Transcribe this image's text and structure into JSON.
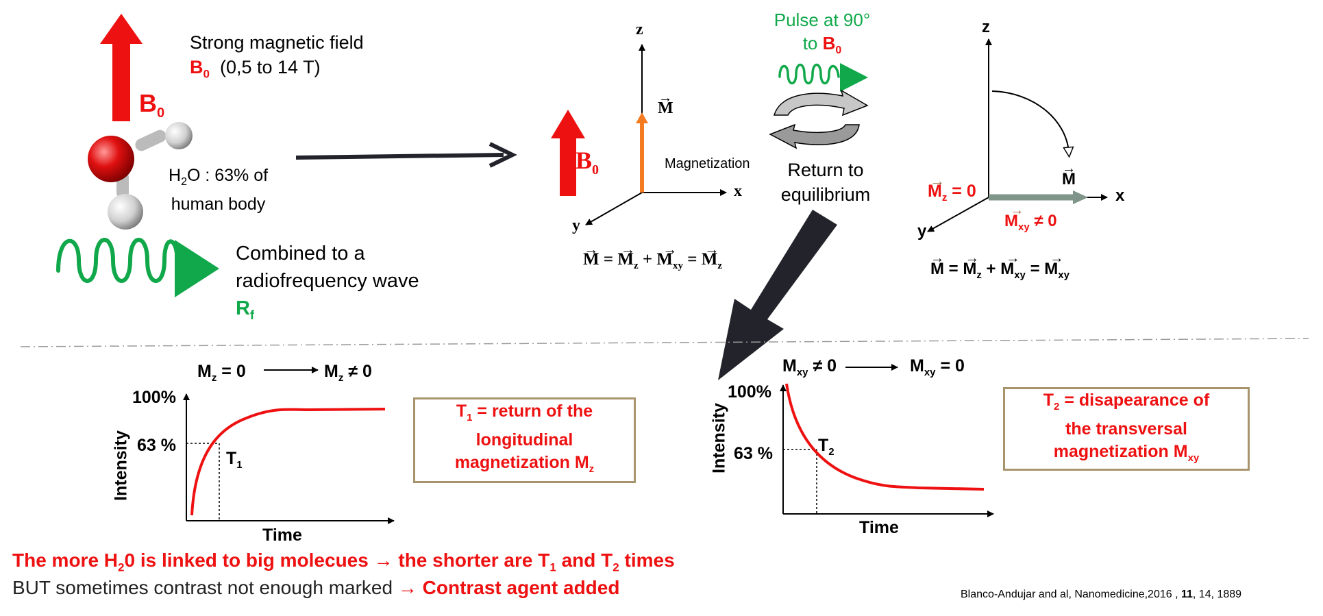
{
  "top_left": {
    "b0_label": "B",
    "b0_sub": "0",
    "field_line1": "Strong magnetic field",
    "field_b": "B",
    "field_b_sub": "0",
    "field_range": "(0,5 to 14 T)",
    "h2o_h": "H",
    "h2o_sub": "2",
    "h2o_rest": "O : 63% of",
    "h2o_line2": "human body",
    "rf_line1": "Combined to a",
    "rf_line2": "radiofrequency wave",
    "rf_r": "R",
    "rf_sub": "f"
  },
  "middle": {
    "b0_label": "B",
    "b0_sub": "0",
    "z": "z",
    "x": "x",
    "y": "y",
    "m": "M",
    "magnetization": "Magnetization",
    "eq_m": "M",
    "eq_mz": "M",
    "eq_z": "z",
    "eq_mxy": "M",
    "eq_xy": "xy",
    "eq_rhs": "M",
    "eq_rhs_sub": "z"
  },
  "pulse": {
    "line1": "Pulse at 90°",
    "line2_to": "to",
    "line2_b": "B",
    "line2_sub": "0",
    "return_line1": "Return to",
    "return_line2": "equilibrium"
  },
  "right": {
    "z": "z",
    "x": "x",
    "y": "y",
    "m": "M",
    "mz_eq": "M",
    "mz_sub": "z",
    "mz_val": "= 0",
    "mxy": "M",
    "mxy_sub": "xy",
    "mxy_val": "≠ 0",
    "eq_m": "M",
    "eq_mz": "M",
    "eq_z": "z",
    "eq_mxy": "M",
    "eq_xy": "xy",
    "eq_rhs": "M",
    "eq_rhs_sub": "xy"
  },
  "t1_graph": {
    "cond_left": "M",
    "cond_left_sub": "z",
    "cond_left_val": "= 0",
    "cond_right": "M",
    "cond_right_sub": "z",
    "cond_right_val": "≠ 0",
    "y100": "100%",
    "y63": "63 %",
    "t_label": "T",
    "t_sub": "1",
    "ylabel": "Intensity",
    "xlabel": "Time",
    "box_line1_t": "T",
    "box_line1_sub": "1",
    "box_line1_rest": "= return of the",
    "box_line2": "longitudinal",
    "box_line3": "magnetization M",
    "box_line3_sub": "z"
  },
  "t2_graph": {
    "cond_left": "M",
    "cond_left_sub": "xy",
    "cond_left_val": "≠ 0",
    "cond_right": "M",
    "cond_right_sub": "xy",
    "cond_right_val": "= 0",
    "y100": "100%",
    "y63": "63 %",
    "t_label": "T",
    "t_sub": "2",
    "ylabel": "Intensity",
    "xlabel": "Time",
    "box_line1_t": "T",
    "box_line1_sub": "2",
    "box_line1_rest": "= disapearance of",
    "box_line2": "the transversal",
    "box_line3": "magnetization  M",
    "box_line3_sub": "xy"
  },
  "bottom": {
    "line1_a": "The more H",
    "line1_sub": "2",
    "line1_b": "0 is linked to big molecues → the shorter are T",
    "line1_sub1": "1",
    "line1_c": " and T",
    "line1_sub2": "2",
    "line1_d": " times",
    "line2_a": "BUT sometimes contrast not enough marked ",
    "line2_arrow": "→",
    "line2_b": " Contrast agent added",
    "citation_a": "Blanco-Andujar and al, Nanomedicine,2016 , ",
    "citation_vol": "11",
    "citation_b": ", 14, 1889"
  },
  "colors": {
    "red": "#ee1111",
    "green": "#10a84a",
    "dark_arrow": "#23232b",
    "orange": "#f47b20",
    "box_border": "#a8946c",
    "mxy_arrow": "#7f958a"
  }
}
